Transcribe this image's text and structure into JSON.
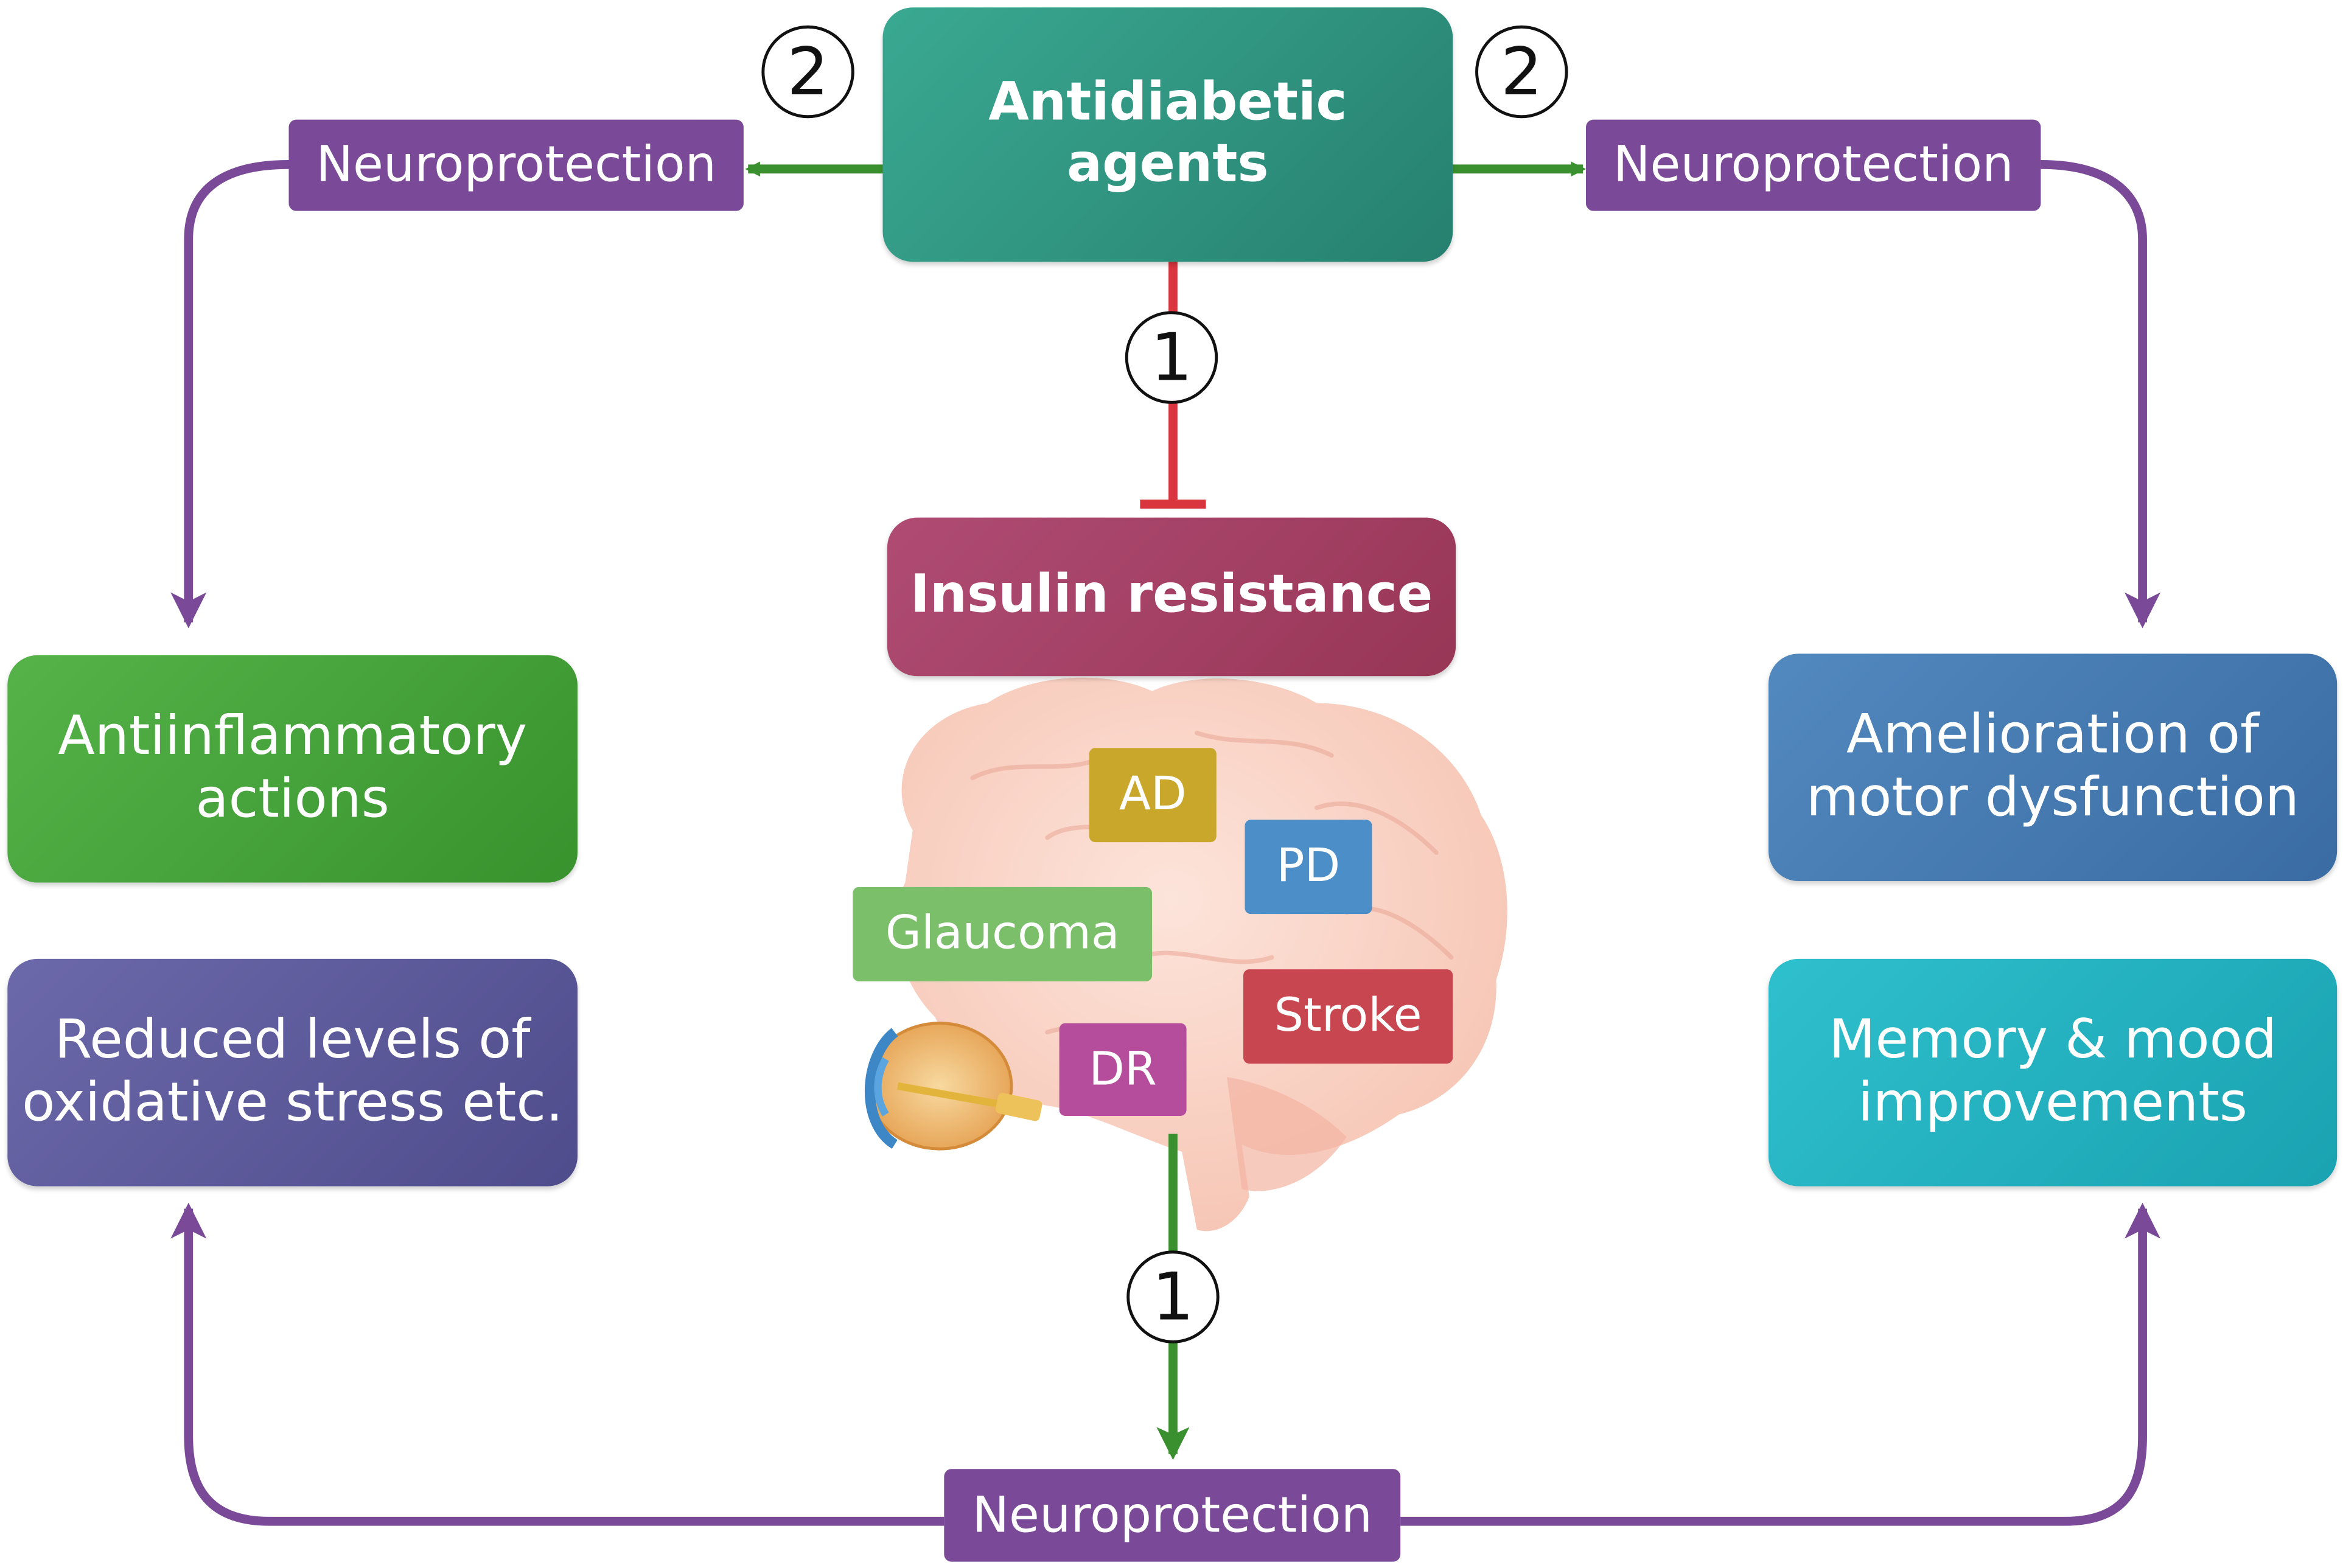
{
  "top_box": {
    "line1": "Antidiabetic",
    "line2": "agents"
  },
  "insulin_box": {
    "label": "Insulin resistance"
  },
  "neuro_labels": {
    "left": "Neuroprotection",
    "right": "Neuroprotection",
    "bottom": "Neuroprotection"
  },
  "left_boxes": {
    "antiinflammatory": {
      "line1": "Antiinflammatory",
      "line2": "actions"
    },
    "oxidative": {
      "line1": "Reduced levels of",
      "line2": "oxidative stress etc."
    }
  },
  "right_boxes": {
    "motor": {
      "line1": "Amelioration of",
      "line2": "motor dysfunction"
    },
    "memory": {
      "line1": "Memory & mood",
      "line2": "improvements"
    }
  },
  "disease_tags": {
    "ad": "AD",
    "pd": "PD",
    "glaucoma": "Glaucoma",
    "stroke": "Stroke",
    "dr": "DR"
  },
  "step_markers": {
    "top_left": "2",
    "top_right": "2",
    "center_top": "1",
    "center_bottom": "1"
  },
  "colors": {
    "top_box": "#2e9a84",
    "insulin_box": "#a8406a",
    "neuro_label": "#7a4a98",
    "antiinflammatory": "#46a33a",
    "oxidative": "#5d5a9c",
    "motor": "#4479b0",
    "memory": "#22b1c0",
    "ad": "#c9a72a",
    "pd": "#4b8ec8",
    "glaucoma": "#7cbf6a",
    "stroke": "#c8464f",
    "dr": "#b54d9c",
    "arrow_green": "#3a8f2e",
    "arrow_purple": "#7a4a98",
    "inhibit_red": "#d9353f"
  },
  "icons": [
    "brain-illustration",
    "eye-illustration"
  ]
}
